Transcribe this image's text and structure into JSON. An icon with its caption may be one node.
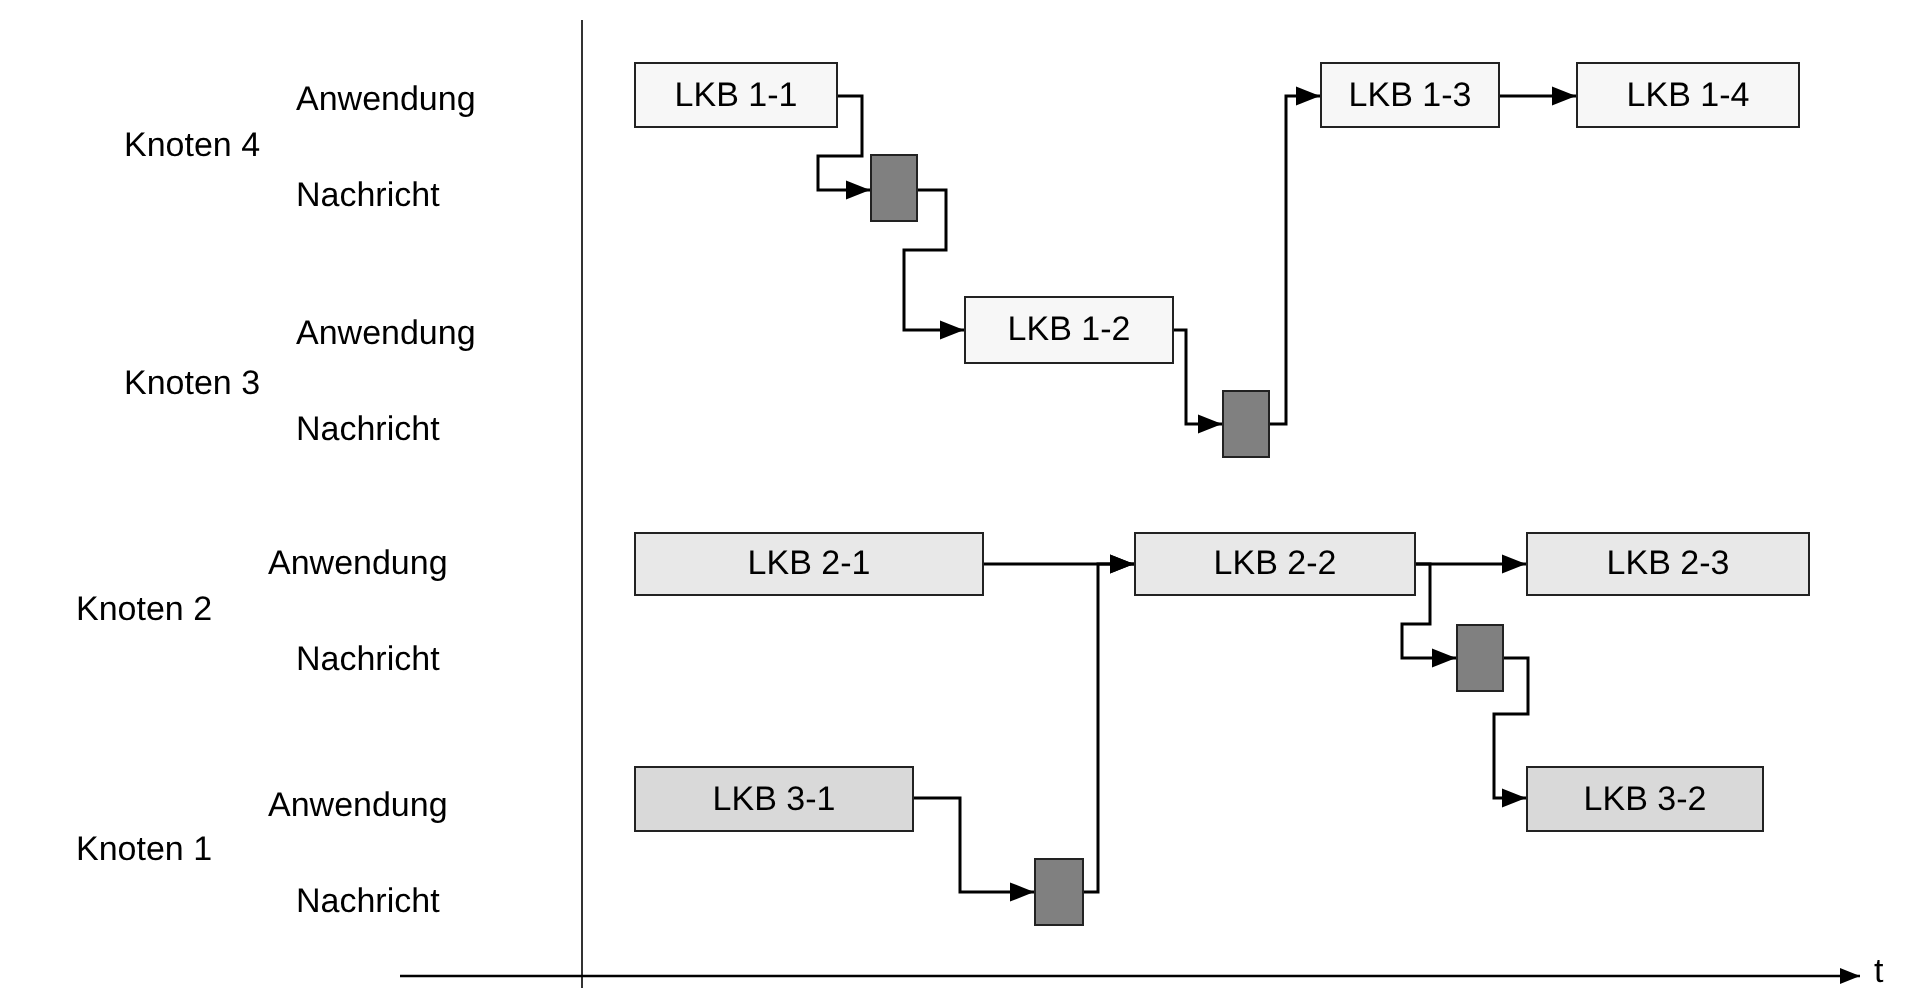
{
  "diagram": {
    "nodes": [
      {
        "text": [
          "LKB 1-1"
        ]
      },
      {
        "text": [],
        "shape": "box"
      },
      {
        "text": [
          "LKB 1-2"
        ]
      },
      {
        "text": [],
        "shape": "box"
      },
      {
        "text": [
          "LKB 1-3"
        ]
      },
      {
        "text": [
          "LKB 1-4"
        ]
      },
      {
        "text": [
          "LKB 2-1"
        ]
      },
      {
        "text": [
          "LKB 2-2"
        ]
      },
      {
        "text": [
          "LKB 2-3"
        ]
      },
      {
        "text": [],
        "shape": "box"
      },
      {
        "text": [
          "LKB 3-1"
        ]
      },
      {
        "text": [],
        "shape": "box"
      },
      {
        "text": [
          "LKB 3-2"
        ]
      }
    ],
    "edges": [
      {
        "from": 0,
        "to": 1,
        "arrow": "to"
      },
      {
        "from": 1,
        "to": 2,
        "arrow": "to"
      },
      {
        "from": 2,
        "to": 3,
        "arrow": "to"
      },
      {
        "from": 3,
        "to": 4,
        "arrow": "to"
      },
      {
        "from": 4,
        "to": 5,
        "arrow": "to"
      },
      {
        "from": 6,
        "to": 7,
        "arrow": "to"
      },
      {
        "from": 10,
        "to": 11,
        "arrow": "to"
      },
      {
        "from": 11,
        "to": 7,
        "arrow": "to"
      },
      {
        "from": 7,
        "to": 8,
        "arrow": "to"
      },
      {
        "from": 7,
        "to": 9,
        "arrow": "to"
      },
      {
        "from": 9,
        "to": 12,
        "arrow": "to"
      }
    ],
    "labels": [
      "Anwendung",
      "Knoten 4",
      "Nachricht",
      "Anwendung",
      "Knoten 3",
      "Nachricht",
      "Anwendung",
      "Knoten 2",
      "Nachricht",
      "Anwendung",
      "Knoten 1",
      "Nachricht",
      "t"
    ]
  }
}
